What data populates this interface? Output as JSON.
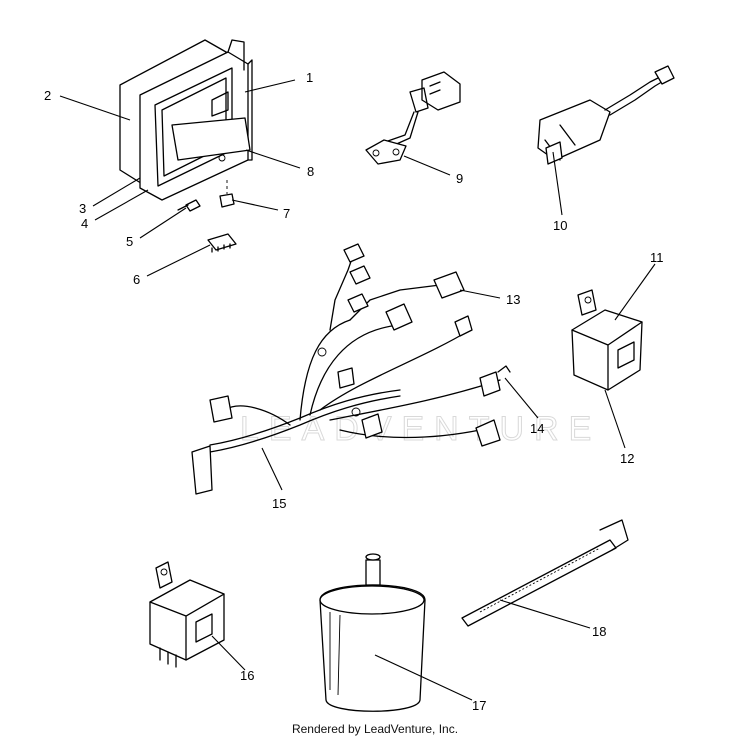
{
  "watermark": "LEADVENTURE",
  "footer": {
    "text": "Rendered by LeadVenture, Inc."
  },
  "callouts": [
    {
      "number": "1"
    },
    {
      "number": "2"
    },
    {
      "number": "3"
    },
    {
      "number": "4"
    },
    {
      "number": "5"
    },
    {
      "number": "6"
    },
    {
      "number": "7"
    },
    {
      "number": "8"
    },
    {
      "number": "9"
    },
    {
      "number": "10"
    },
    {
      "number": "11"
    },
    {
      "number": "12"
    },
    {
      "number": "13"
    },
    {
      "number": "14"
    },
    {
      "number": "15"
    },
    {
      "number": "16"
    },
    {
      "number": "17"
    },
    {
      "number": "18"
    }
  ]
}
